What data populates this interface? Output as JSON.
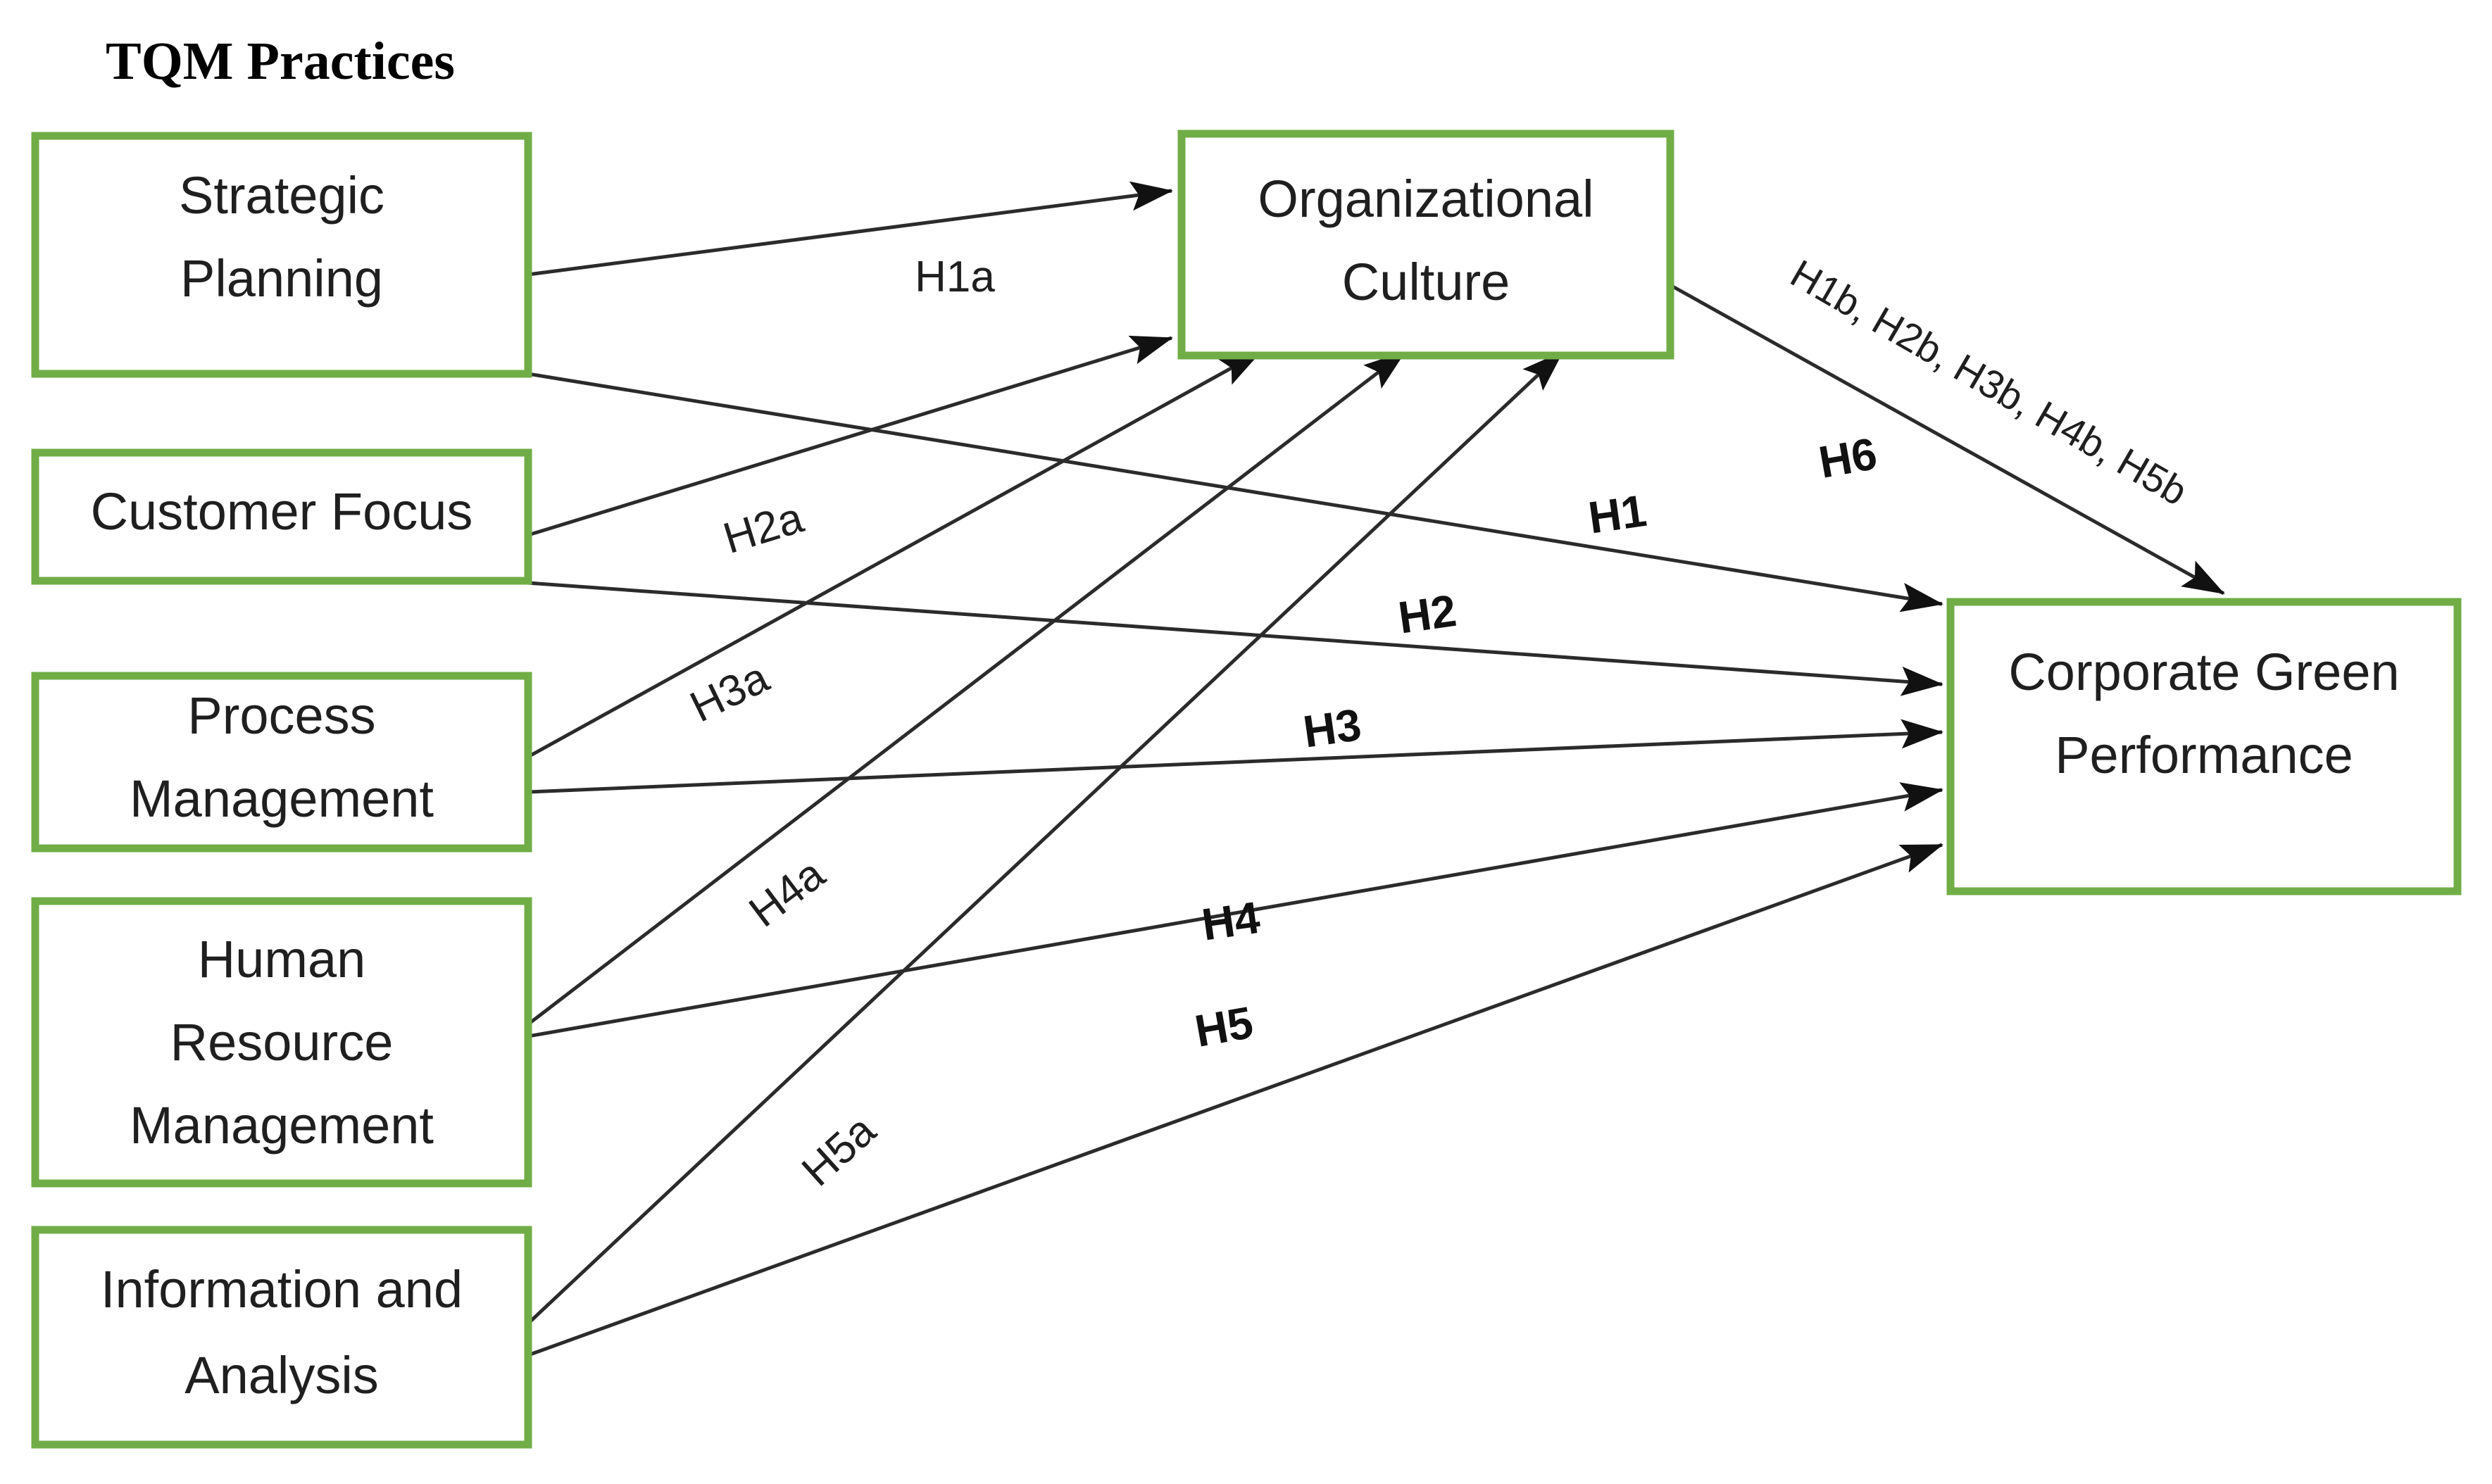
{
  "title": "TQM Practices",
  "nodes": {
    "strategic_planning": {
      "lines": [
        "Strategic",
        "Planning"
      ]
    },
    "customer_focus": {
      "lines": [
        "Customer Focus"
      ]
    },
    "process_management": {
      "lines": [
        "Process",
        "Management"
      ]
    },
    "human_resource_management": {
      "lines": [
        "Human",
        "Resource",
        "Management"
      ]
    },
    "information_and_analysis": {
      "lines": [
        "Information and",
        "Analysis"
      ]
    },
    "organizational_culture": {
      "lines": [
        "Organizational",
        "Culture"
      ]
    },
    "corporate_green_performance": {
      "lines": [
        "Corporate Green",
        "Performance"
      ]
    }
  },
  "edges": {
    "h1a": {
      "from": "Strategic Planning",
      "to": "Organizational Culture",
      "label": "H1a"
    },
    "h2a": {
      "from": "Customer Focus",
      "to": "Organizational Culture",
      "label": "H2a"
    },
    "h3a": {
      "from": "Process Management",
      "to": "Organizational Culture",
      "label": "H3a"
    },
    "h4a": {
      "from": "Human Resource Management",
      "to": "Organizational Culture",
      "label": "H4a"
    },
    "h5a": {
      "from": "Information and Analysis",
      "to": "Organizational Culture",
      "label": "H5a"
    },
    "h1": {
      "from": "Strategic Planning",
      "to": "Corporate Green Performance",
      "label": "H1"
    },
    "h2": {
      "from": "Customer Focus",
      "to": "Corporate Green Performance",
      "label": "H2"
    },
    "h3": {
      "from": "Process Management",
      "to": "Corporate Green Performance",
      "label": "H3"
    },
    "h4": {
      "from": "Human Resource Management",
      "to": "Corporate Green Performance",
      "label": "H4"
    },
    "h5": {
      "from": "Information and Analysis",
      "to": "Corporate Green Performance",
      "label": "H5"
    },
    "h6": {
      "from": "Organizational Culture",
      "to": "Corporate Green Performance",
      "label": "H6",
      "secondary_label": "H1b, H2b, H3b, H4b, H5b"
    }
  },
  "colors": {
    "box_border": "#70ad47",
    "box_fill": "#ffffff",
    "line": "#2b2b2b",
    "arrowhead": "#111111",
    "text": "#1f1f1f",
    "background": "#ffffff"
  }
}
